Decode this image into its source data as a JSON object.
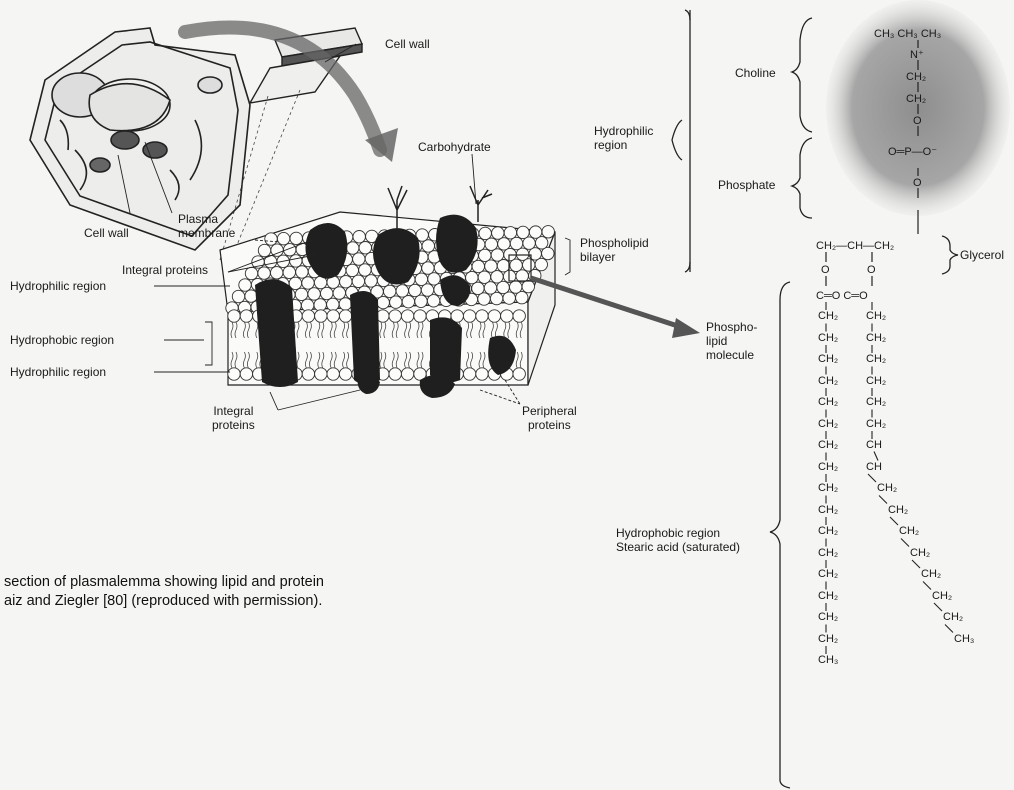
{
  "membrane": {
    "cell_wall_top": "Cell wall",
    "cell_wall_left": "Cell wall",
    "plasma_membrane": [
      "Plasma",
      "membrane"
    ],
    "carbohydrate": "Carbohydrate",
    "integral_proteins_top": "Integral proteins",
    "phospholipid_bilayer": [
      "Phospholipid",
      "bilayer"
    ],
    "hydrophilic_region_top": "Hydrophilic region",
    "hydrophobic_region": "Hydrophobic region",
    "hydrophilic_region_bottom": "Hydrophilic region",
    "integral_proteins_bottom": [
      "Integral",
      "proteins"
    ],
    "peripheral_proteins": [
      "Peripheral",
      "proteins"
    ],
    "phospholipid_molecule": [
      "Phospho-",
      "lipid",
      "molecule"
    ]
  },
  "molecule": {
    "hydrophilic_region": [
      "Hydrophilic",
      "region"
    ],
    "choline": "Choline",
    "phosphate": "Phosphate",
    "glycerol": "Glycerol",
    "hydrophobic_region": [
      "Hydrophobic region",
      "Stearic acid (saturated)"
    ],
    "choline_formula": {
      "methyls": "CH₃ CH₃ CH₃",
      "nitrogen": "N⁺",
      "ch2_a": "CH₂",
      "ch2_b": "CH₂",
      "o_link": "O",
      "phosphate_row": "O═P—O⁻",
      "o_bridge": "O"
    },
    "glycerol_row": "CH₂—CH—CH₂",
    "ester_oxygens": [
      "O",
      "O"
    ],
    "carbonyl_row": "C═O  C═O",
    "left_chain": [
      "CH₂",
      "CH₂",
      "CH₂",
      "CH₂",
      "CH₂",
      "CH₂",
      "CH₂",
      "CH₂",
      "CH₂",
      "CH₂",
      "CH₂",
      "CH₂",
      "CH₂",
      "CH₂",
      "CH₂",
      "CH₂",
      "CH₃"
    ],
    "right_chain": [
      "CH₂",
      "CH₂",
      "CH₂",
      "CH₂",
      "CH₂",
      "CH₂",
      "CH",
      "CH",
      "CH₂",
      "CH₂",
      "CH₂",
      "CH₂",
      "CH₂",
      "CH₂",
      "CH₂",
      "CH₃"
    ]
  },
  "caption": {
    "line1": "section of plasmalemma showing lipid and protein",
    "line2": "aiz and Ziegler [80] (reproduced with permission)."
  },
  "colors": {
    "ink": "#1a1a1a",
    "protein": "#1f1f1f",
    "shade": "#8a8a8a",
    "paper": "#f5f5f3"
  }
}
